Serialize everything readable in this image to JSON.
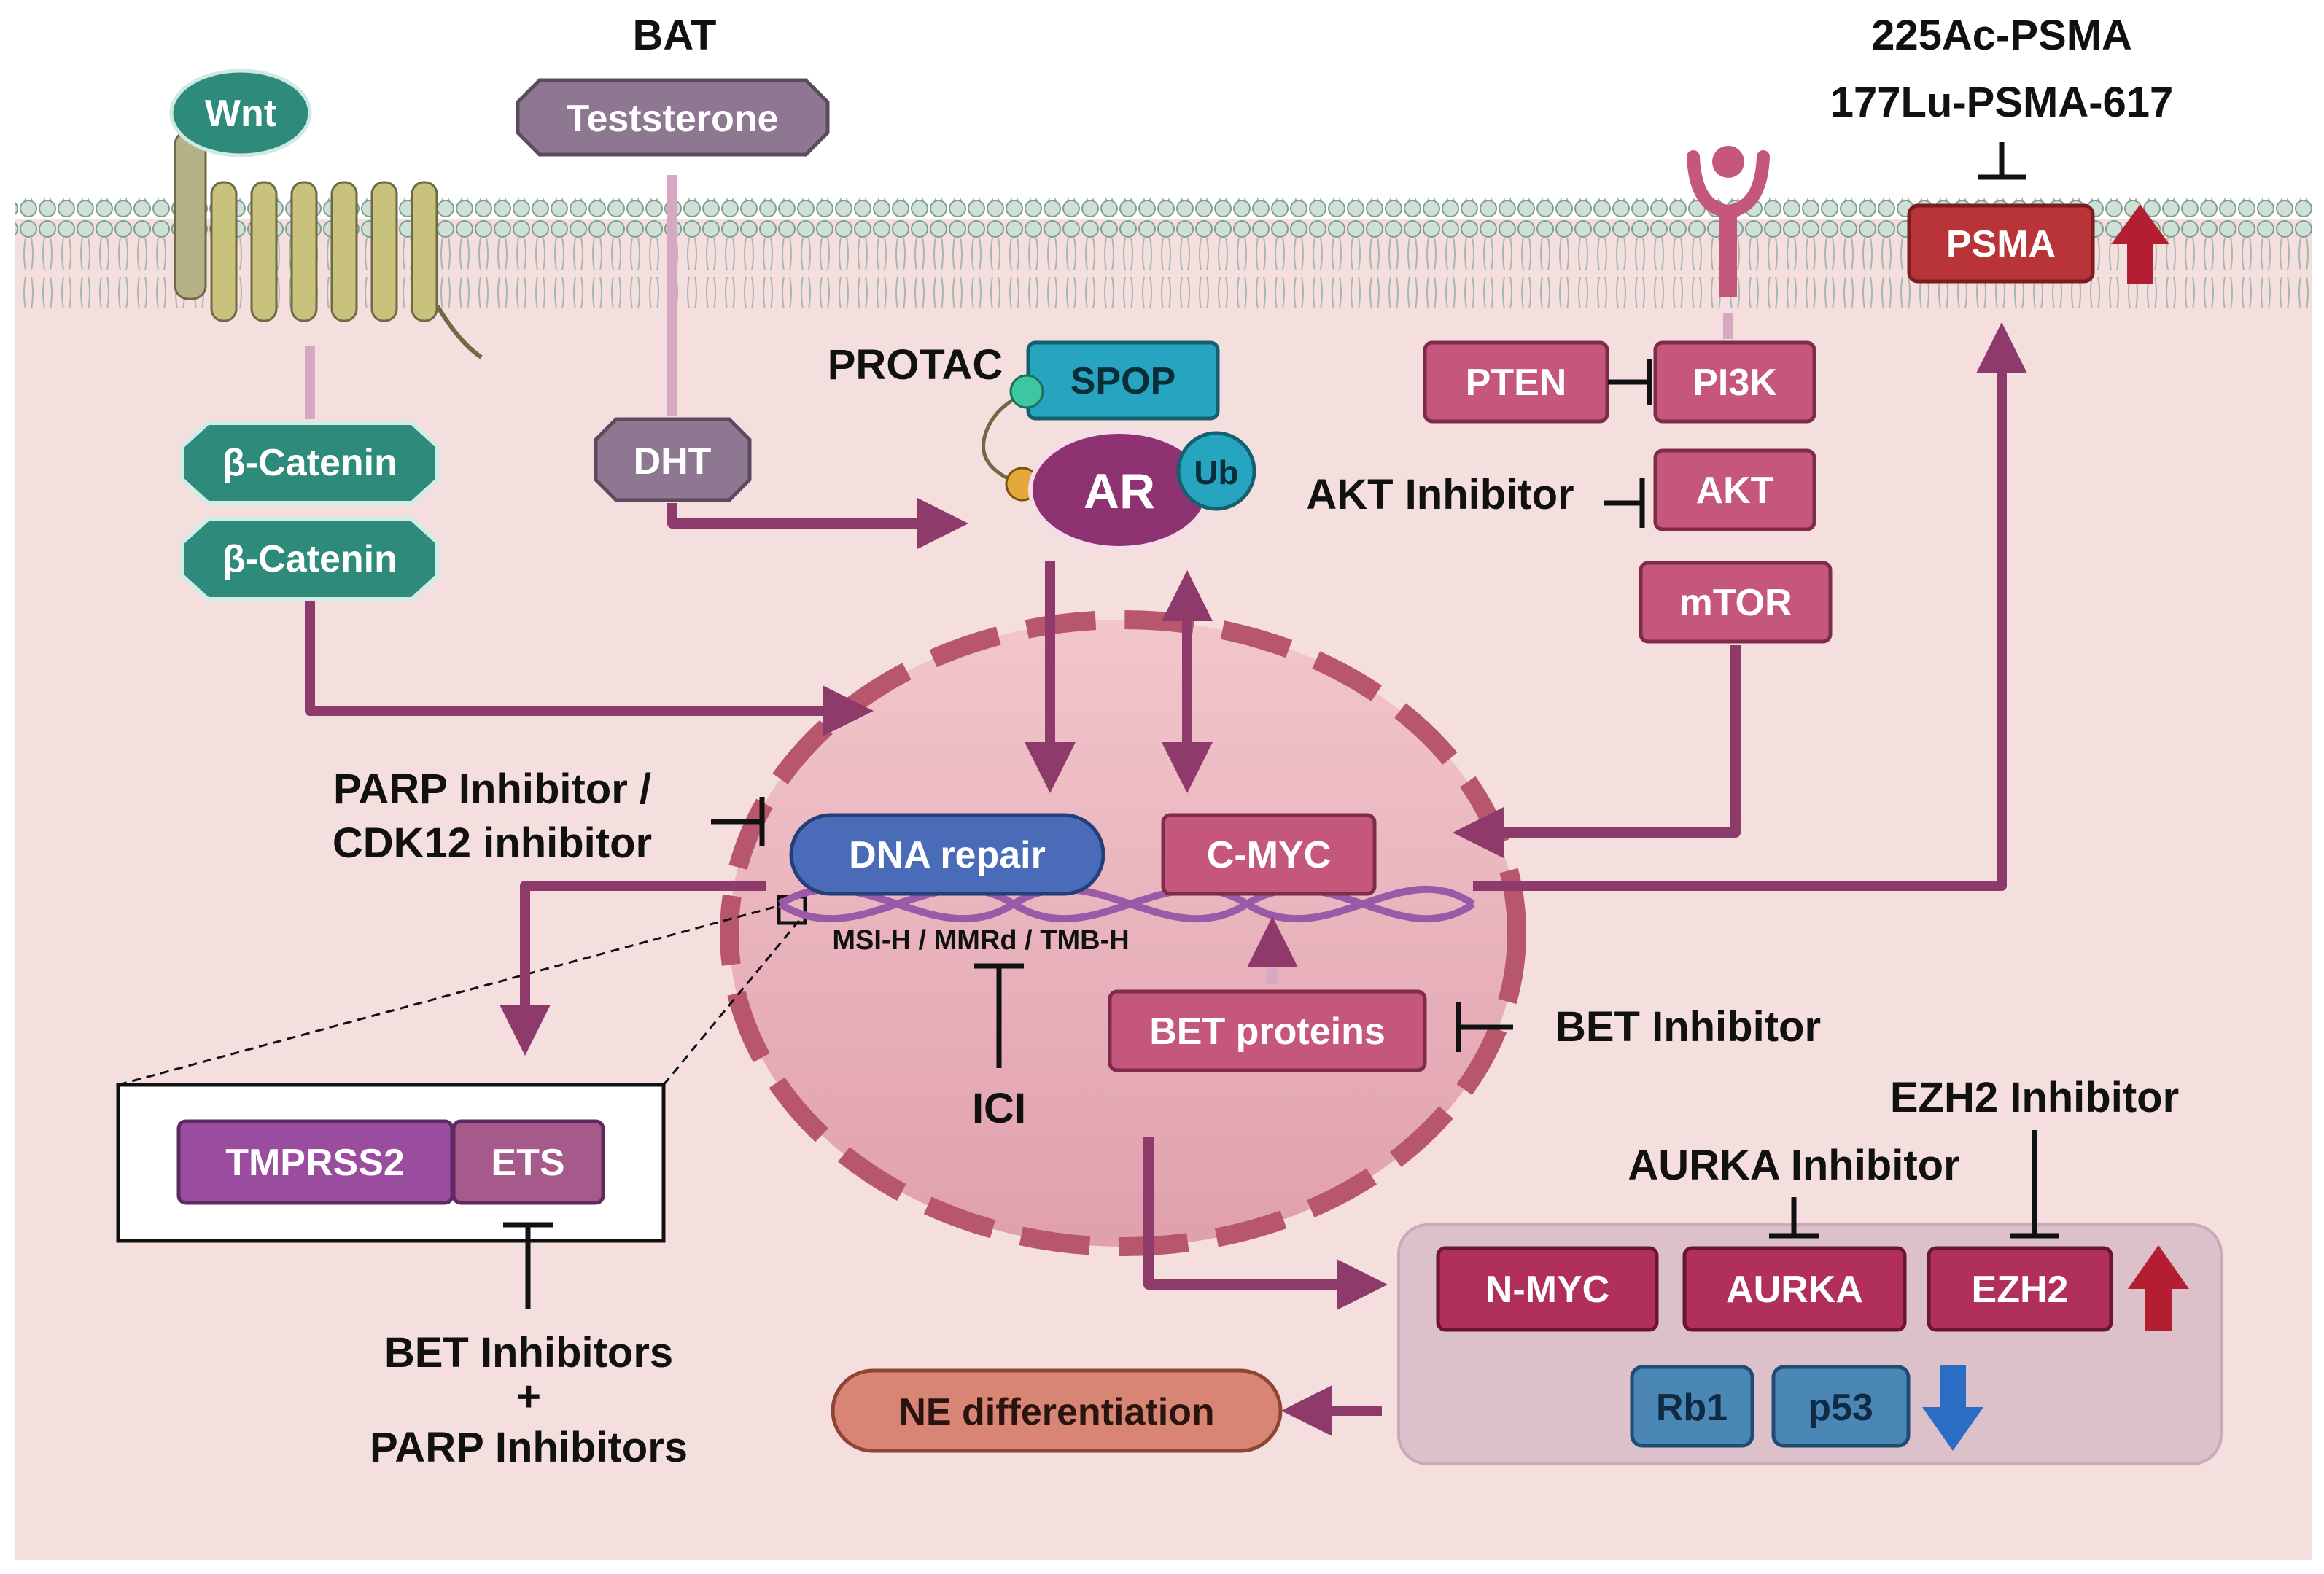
{
  "top": {
    "bat": "BAT",
    "psma_drug_1": "225Ac-PSMA",
    "psma_drug_2": "177Lu-PSMA-617"
  },
  "nodes": {
    "wnt": "Wnt",
    "testosterone": "Teststerone",
    "psma": "PSMA",
    "beta_catenin_1": "β-Catenin",
    "beta_catenin_2": "β-Catenin",
    "dht": "DHT",
    "protac": "PROTAC",
    "spop": "SPOP",
    "ar": "AR",
    "ub": "Ub",
    "pten": "PTEN",
    "pi3k": "PI3K",
    "akt": "AKT",
    "mtor": "mTOR",
    "dna_repair": "DNA repair",
    "cmyc": "C-MYC",
    "msi": "MSI-H / MMRd / TMB-H",
    "bet_proteins": "BET proteins",
    "tmprss2": "TMPRSS2",
    "ets": "ETS",
    "nmyc": "N-MYC",
    "aurka": "AURKA",
    "ezh2": "EZH2",
    "rb1": "Rb1",
    "p53": "p53",
    "ne_diff": "NE differentiation"
  },
  "inhibitors": {
    "akt_inhibitor": "AKT Inhibitor",
    "parp_line1": "PARP Inhibitor /",
    "parp_line2": "CDK12 inhibitor",
    "ici": "ICI",
    "bet_inhibitor": "BET Inhibitor",
    "ezh2_inhibitor": "EZH2 Inhibitor",
    "aurka_inhibitor": "AURKA Inhibitor",
    "combo_line1": "BET Inhibitors",
    "combo_plus": "+",
    "combo_line2": "PARP Inhibitors"
  },
  "colors": {
    "cytoplasm": "#f4dcdc",
    "nucleus": "#e8a9b4",
    "nucleus_border": "#b8576c",
    "node_pink": "#c4577b",
    "node_teal": "#2e8b7c",
    "node_grey": "#8e7790",
    "node_purple": "#9a4d9f",
    "ar": "#8e3272",
    "spop": "#27a5c0",
    "dna_repair": "#4a6cb8",
    "psma": "#b93438",
    "nmyc": "#b1305a",
    "rb1": "#4a87b5",
    "ne": "#d98575",
    "arrow": "#8e3a6b",
    "up_arrow": "#b31e32",
    "down_arrow": "#2b6cc4"
  }
}
